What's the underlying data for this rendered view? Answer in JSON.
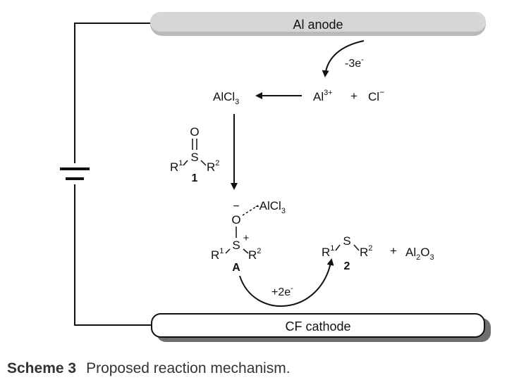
{
  "electrodes": {
    "anode": "Al anode",
    "cathode": "CF cathode"
  },
  "electrons": {
    "loss": "-3e",
    "gain": "+2e",
    "sign": "-"
  },
  "species": {
    "alcl3": {
      "base": "AlCl",
      "sub": "3"
    },
    "al_ion": {
      "base": "Al",
      "sup": "3+"
    },
    "plus": "+",
    "cl_ion": {
      "base": "Cl",
      "sup": "−"
    },
    "complex_alcl3": {
      "base": "-AlCl",
      "sub": "3"
    },
    "al2o3": {
      "a": "Al",
      "sub": "2",
      "b": "O",
      "sub2": "3"
    },
    "plus2": "+"
  },
  "sulfoxide": {
    "O": "O",
    "S": "S",
    "R1": "R",
    "R1_sup": "1",
    "R2": "R",
    "R2_sup": "2",
    "number": "1"
  },
  "intermediate": {
    "O_charge": "−",
    "O": "O",
    "S": "S",
    "S_charge": "+",
    "R1": "R",
    "R1_sup": "1",
    "R2": "R",
    "R2_sup": "2",
    "label": "A"
  },
  "sulfide": {
    "S": "S",
    "R1": "R",
    "R1_sup": "1",
    "R2": "R",
    "R2_sup": "2",
    "number": "2"
  },
  "caption": {
    "label": "Scheme 3",
    "text": "Proposed reaction mechanism."
  }
}
